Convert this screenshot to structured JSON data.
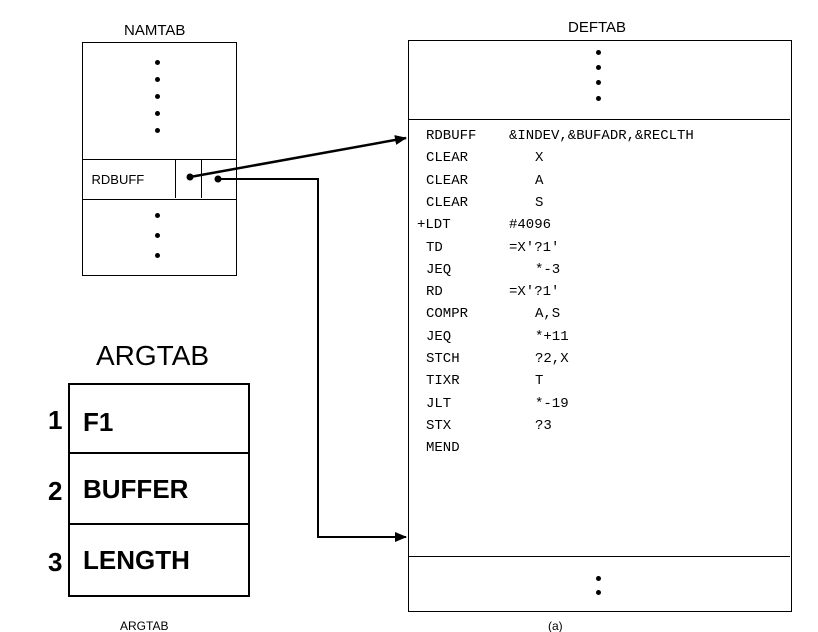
{
  "namtab": {
    "title": "NAMTAB",
    "entry_name": "RDBUFF"
  },
  "deftab": {
    "title": "DEFTAB",
    "lines": [
      {
        "op": "RDBUFF",
        "operand": "&INDEV,&BUFADR,&RECLTH"
      },
      {
        "op": "CLEAR",
        "operand": "X"
      },
      {
        "op": "CLEAR",
        "operand": "A"
      },
      {
        "op": "CLEAR",
        "operand": "S"
      },
      {
        "op": "+LDT",
        "operand": "#4096"
      },
      {
        "op": "TD",
        "operand": "=X'?1'"
      },
      {
        "op": "JEQ",
        "operand": "*-3"
      },
      {
        "op": "RD",
        "operand": "=X'?1'"
      },
      {
        "op": "COMPR",
        "operand": "A,S"
      },
      {
        "op": "JEQ",
        "operand": "*+11"
      },
      {
        "op": "STCH",
        "operand": "?2,X"
      },
      {
        "op": "TIXR",
        "operand": "T"
      },
      {
        "op": "JLT",
        "operand": "*-19"
      },
      {
        "op": "STX",
        "operand": "?3"
      },
      {
        "op": "MEND",
        "operand": ""
      }
    ]
  },
  "argtab": {
    "title": "ARGTAB",
    "rows": [
      {
        "index": "1",
        "value": "F1"
      },
      {
        "index": "2",
        "value": "BUFFER"
      },
      {
        "index": "3",
        "value": "LENGTH"
      }
    ],
    "caption": "ARGTAB"
  },
  "figure_label": "(a)"
}
